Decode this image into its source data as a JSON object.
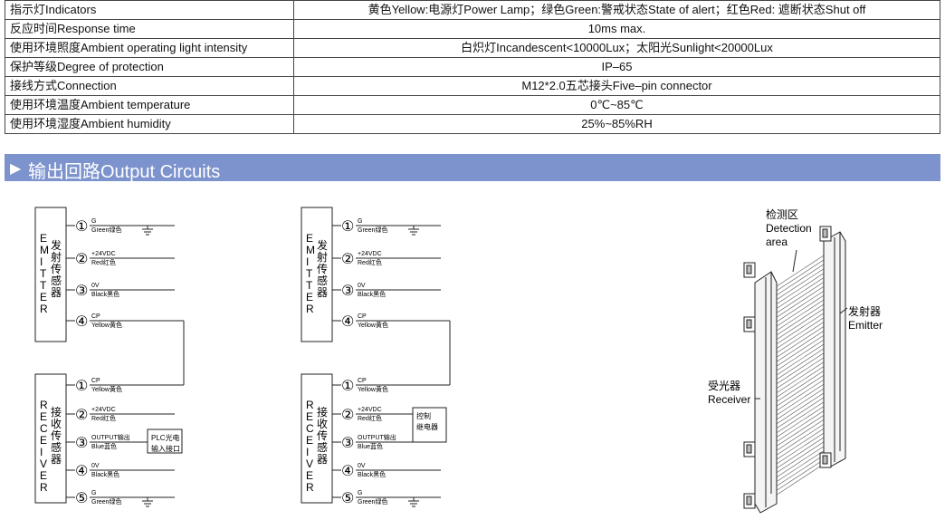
{
  "spec_table": [
    {
      "key": "指示灯Indicators",
      "value": "黄色Yellow:电源灯Power Lamp；绿色Green:警戒状态State of alert；红色Red: 遮断状态Shut off"
    },
    {
      "key": "反应时间Response time",
      "value": "10ms max."
    },
    {
      "key": "使用环境照度Ambient operating light intensity",
      "value": "白炽灯Incandescent<10000Lux；太阳光Sunlight<20000Lux"
    },
    {
      "key": "保护等级Degree of protection",
      "value": "IP–65"
    },
    {
      "key": "接线方式Connection",
      "value": "M12*2.0五芯接头Five–pin connector"
    },
    {
      "key": "使用环境温度Ambient temperature",
      "value": "0℃~85℃"
    },
    {
      "key": "使用环境湿度Ambient humidity",
      "value": "25%~85%RH"
    }
  ],
  "section": {
    "marker": "▶",
    "title": "输出回路Output Circuits"
  },
  "emitter_letters": [
    "E",
    "M",
    "I",
    "T",
    "T",
    "E",
    "R"
  ],
  "emitter_cn": [
    "发",
    "射",
    "传",
    "感",
    "器"
  ],
  "receiver_letters": [
    "R",
    "E",
    "C",
    "E",
    "I",
    "V",
    "E",
    "R"
  ],
  "receiver_cn": [
    "接",
    "收",
    "传",
    "感",
    "器"
  ],
  "emitter_pins": [
    {
      "num": "①",
      "top": "G",
      "bottom": "Green绿色"
    },
    {
      "num": "②",
      "top": "+24VDC",
      "bottom": "Red红色"
    },
    {
      "num": "③",
      "top": "0V",
      "bottom": "Black黑色"
    },
    {
      "num": "④",
      "top": "CP",
      "bottom": "Yellow黄色"
    }
  ],
  "receiver_pins": [
    {
      "num": "①",
      "top": "CP",
      "bottom": "Yellow黄色"
    },
    {
      "num": "②",
      "top": "+24VDC",
      "bottom": "Red红色"
    },
    {
      "num": "③",
      "top": "OUTPUT输出",
      "bottom": "Blue蓝色"
    },
    {
      "num": "④",
      "top": "0V",
      "bottom": "Black黑色"
    },
    {
      "num": "⑤",
      "top": "G",
      "bottom": "Green绿色"
    }
  ],
  "plc_box": [
    "PLC光电",
    "输入接口"
  ],
  "relay_box": [
    "控制",
    "继电器"
  ],
  "device_labels": {
    "detection": [
      "检测区",
      "Detection",
      "area"
    ],
    "emitter": [
      "发射器",
      "Emitter"
    ],
    "receiver": [
      "受光器",
      "Receiver"
    ]
  }
}
